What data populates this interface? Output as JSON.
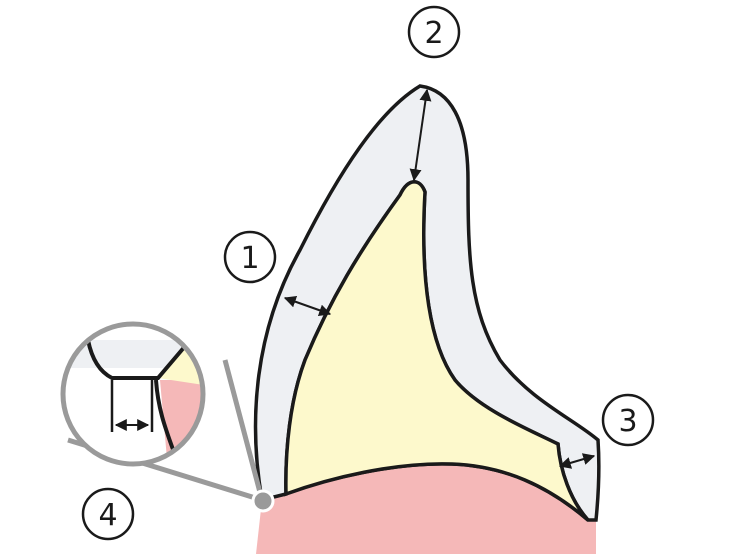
{
  "labels": {
    "l1": "1",
    "l2": "2",
    "l3": "3",
    "l4": "4"
  },
  "colors": {
    "outer_layer": "#eef0f3",
    "inner_core": "#fdf9cc",
    "base": "#f5b8b8",
    "outline": "#1a1a1a",
    "callout": "#9a9a9a"
  }
}
